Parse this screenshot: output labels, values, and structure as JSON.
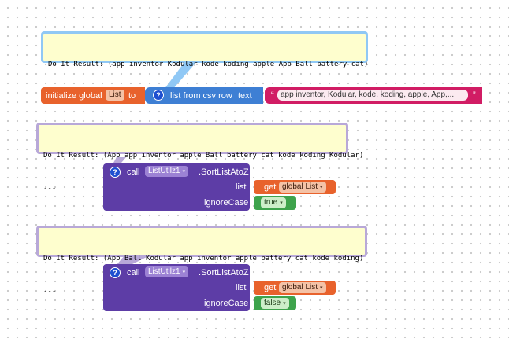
{
  "bubbles": [
    {
      "text": "Do It Result: (app inventor Kodular kode koding apple App Ball battery cat)",
      "sep": "---"
    },
    {
      "text": "Do It Result: (App app inventor apple Ball battery cat kode koding Kodular)",
      "sep": "---"
    },
    {
      "text": "Do It Result: (App Ball Kodular app inventor apple battery cat kode koding)",
      "sep": "---"
    }
  ],
  "init_block": {
    "label": "initialize global",
    "var_name": "List",
    "to": "to",
    "csv_label": "list from csv row",
    "text_label": "text",
    "open_quote": "“",
    "string_value": "app inventor, Kodular, kode, koding, apple, App,...",
    "close_quote": "”"
  },
  "sort_blocks": [
    {
      "call": "call",
      "component": "ListUtilz1",
      "method": ".SortListAtoZ",
      "list_label": "list",
      "get": "get",
      "get_var": "global List",
      "ignore_label": "ignoreCase",
      "ignore_value": "true"
    },
    {
      "call": "call",
      "component": "ListUtilz1",
      "method": ".SortListAtoZ",
      "list_label": "list",
      "get": "get",
      "get_var": "global List",
      "ignore_label": "ignoreCase",
      "ignore_value": "false"
    }
  ],
  "icons": {
    "help": "?",
    "dropdown": "▾"
  },
  "colors": {
    "init": "#e8622c",
    "csv": "#3e7fd4",
    "text": "#d11c64",
    "component": "#5d3da6",
    "logic": "#3ea34c",
    "comment": "#fefece"
  }
}
